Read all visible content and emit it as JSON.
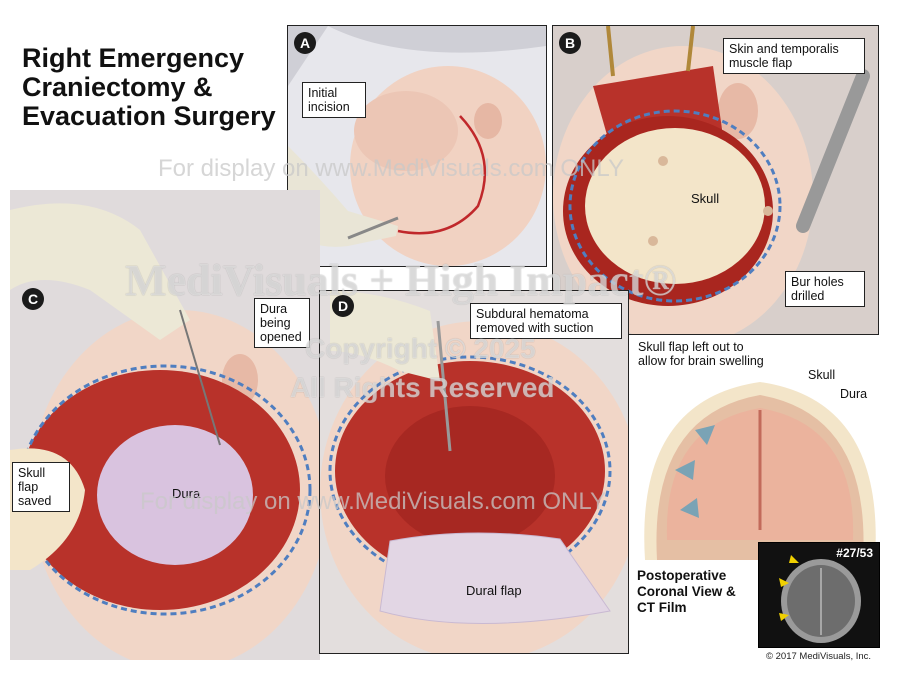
{
  "title": "Right Emergency Craniectomy & Evacuation Surgery",
  "panels": {
    "a": {
      "letter": "A",
      "label": "Initial incision"
    },
    "b": {
      "letter": "B",
      "label_flap": "Skin and temporalis muscle flap",
      "label_skull": "Skull",
      "label_bur": "Bur holes drilled"
    },
    "c": {
      "letter": "C",
      "label_dura_open": "Dura being opened",
      "label_dura": "Dura",
      "label_skull_flap": "Skull flap saved"
    },
    "d": {
      "letter": "D",
      "label_hematoma": "Subdural hematoma removed with suction",
      "label_dural_flap": "Dural flap"
    }
  },
  "coronal": {
    "label_skull_flap": "Skull flap left out to allow for brain swelling",
    "label_skull": "Skull",
    "label_dura": "Dura",
    "caption": "Postoperative Coronal View & CT Film",
    "ct_number": "#27/53"
  },
  "watermarks": {
    "display_line": "For display on www.MediVisuals.com ONLY",
    "brand": "MediVisuals + High Impact®",
    "copyright": "Copyright © 2025",
    "rights": "All Rights Reserved"
  },
  "copyright_footer": "© 2017 MediVisuals, Inc.",
  "colors": {
    "tissue": "#b8322a",
    "dura": "#d9c3df",
    "skin": "#f1d6c7",
    "skull": "#f3e5c9"
  }
}
